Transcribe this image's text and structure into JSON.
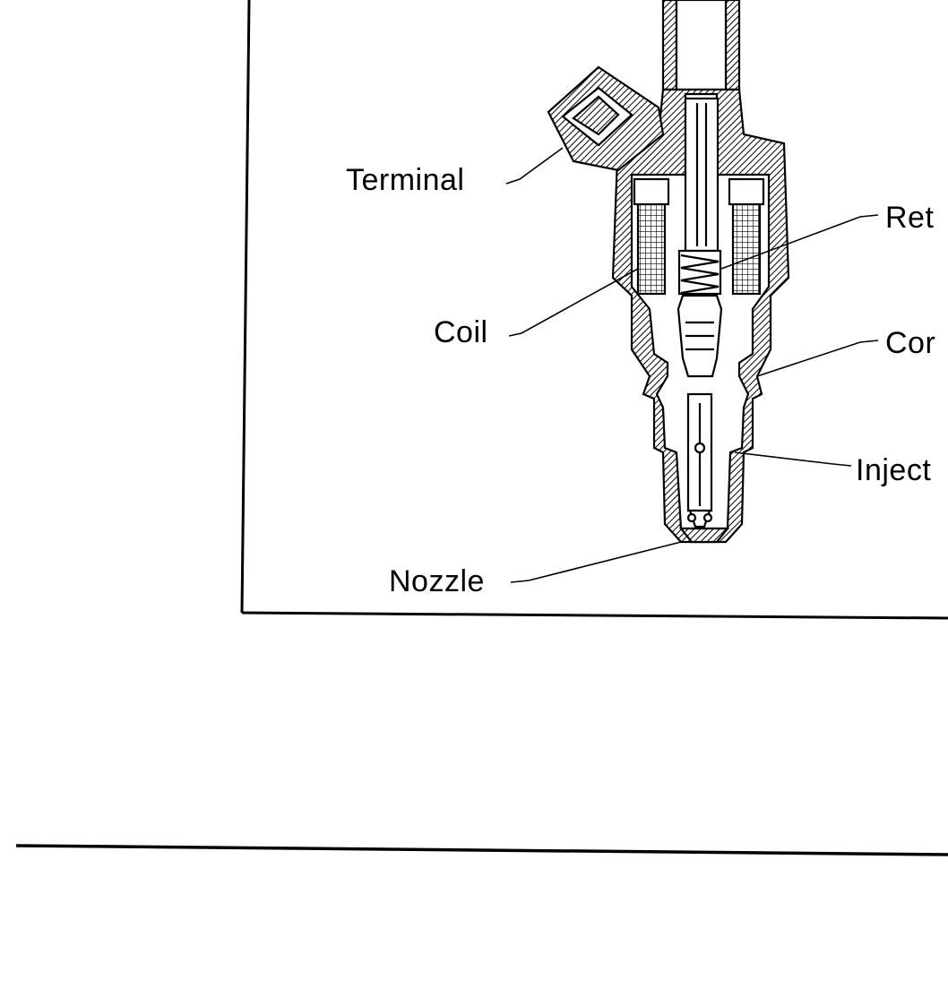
{
  "diagram": {
    "labels": {
      "terminal": "Terminal",
      "coil": "Coil",
      "nozzle": "Nozzle",
      "right_top": "Ret",
      "right_middle": "Cor",
      "right_bottom": "Inject"
    }
  }
}
